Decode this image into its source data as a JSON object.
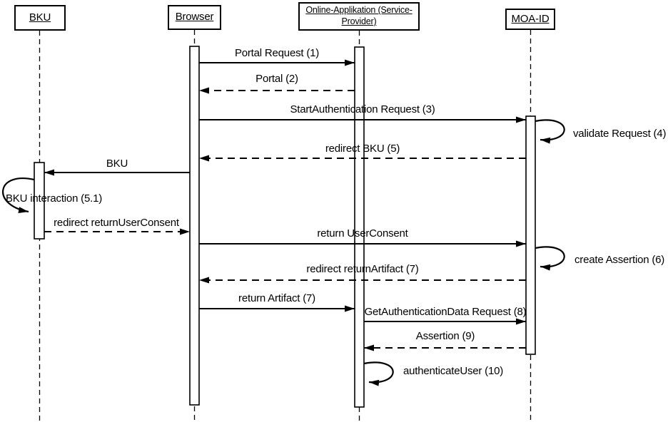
{
  "diagram_type": "uml-sequence-diagram",
  "colors": {
    "background": "#ffffff",
    "line": "#000000",
    "text": "#000000"
  },
  "actors": [
    {
      "id": "bku",
      "label": "BKU"
    },
    {
      "id": "browser",
      "label": "Browser"
    },
    {
      "id": "online-app",
      "label": "Online-Applikation (Service-Provider)"
    },
    {
      "id": "moa-id",
      "label": "MOA-ID"
    }
  ],
  "messages": [
    {
      "label": "Portal Request (1)",
      "from": "Browser",
      "to": "Online-Applikation (Service-Provider)",
      "type": "solid-arrow"
    },
    {
      "label": "Portal (2)",
      "from": "Online-Applikation (Service-Provider)",
      "to": "Browser",
      "type": "dashed-arrow"
    },
    {
      "label": "StartAuthentication Request (3)",
      "from": "Browser",
      "to": "MOA-ID",
      "type": "solid-arrow"
    },
    {
      "label": "validate Request (4)",
      "from": "MOA-ID",
      "to": "MOA-ID",
      "type": "self-loop"
    },
    {
      "label": "redirect BKU (5)",
      "from": "MOA-ID",
      "to": "Browser",
      "type": "dashed-arrow"
    },
    {
      "label": "BKU",
      "from": "Browser",
      "to": "BKU",
      "type": "solid-arrow"
    },
    {
      "label": "BKU interaction (5.1)",
      "from": "BKU",
      "to": "BKU",
      "type": "self-loop"
    },
    {
      "label": "redirect returnUserConsent",
      "from": "BKU",
      "to": "Browser",
      "type": "dashed-arrow"
    },
    {
      "label": "return UserConsent",
      "from": "Browser",
      "to": "MOA-ID",
      "type": "solid-arrow"
    },
    {
      "label": "create Assertion (6)",
      "from": "MOA-ID",
      "to": "MOA-ID",
      "type": "self-loop"
    },
    {
      "label": "redirect returnArtifact (7)",
      "from": "MOA-ID",
      "to": "Browser",
      "type": "dashed-arrow"
    },
    {
      "label": "return Artifact (7)",
      "from": "Browser",
      "to": "Online-Applikation (Service-Provider)",
      "type": "solid-arrow"
    },
    {
      "label": "GetAuthenticationData Request (8)",
      "from": "Online-Applikation (Service-Provider)",
      "to": "MOA-ID",
      "type": "solid-arrow"
    },
    {
      "label": "Assertion (9)",
      "from": "MOA-ID",
      "to": "Online-Applikation (Service-Provider)",
      "type": "dashed-arrow"
    },
    {
      "label": "authenticateUser (10)",
      "from": "Online-Applikation (Service-Provider)",
      "to": "Online-Applikation (Service-Provider)",
      "type": "self-loop"
    }
  ]
}
